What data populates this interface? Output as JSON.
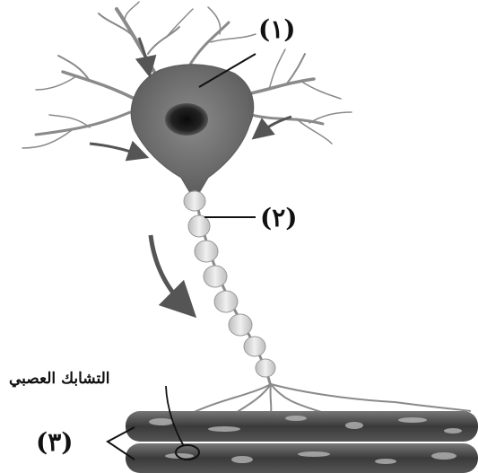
{
  "labels": {
    "part1": "(١)",
    "part2": "(٢)",
    "part3": "(٣)",
    "synapse": "التشابك العصبي"
  },
  "colors": {
    "cell_body": "#6e6e6e",
    "nucleus": "#1c1c1c",
    "dendrite": "#8a8a8a",
    "axon_segment": "#d9d9d9",
    "muscle_fiber": "#4a4a4a",
    "arrow": "#555555"
  }
}
